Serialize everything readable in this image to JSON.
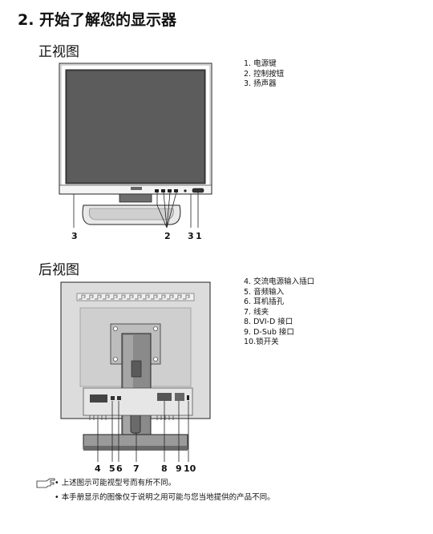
{
  "page_title": "2. 开始了解您的显示器",
  "front": {
    "heading": "正视图",
    "legend": [
      "1.  电源键",
      "2.  控制按钮",
      "3.  扬声器"
    ],
    "callouts": [
      "3",
      "2",
      "3",
      "1"
    ]
  },
  "back": {
    "heading": "后视图",
    "legend": [
      "4.  交流电源输入插口",
      "5.  音频输入",
      "6.  耳机插孔",
      "7.  线夹",
      "8.  DVI-D 接口",
      "9.  D-Sub 接口",
      "10.锁开关"
    ],
    "callouts": [
      "4",
      "5",
      "6",
      "7",
      "8",
      "9",
      "10"
    ]
  },
  "notes": [
    "• 上述图示可能视型号而有所不同。",
    "• 本手册显示的图像仅于说明之用可能与您当地提供的产品不同。"
  ]
}
